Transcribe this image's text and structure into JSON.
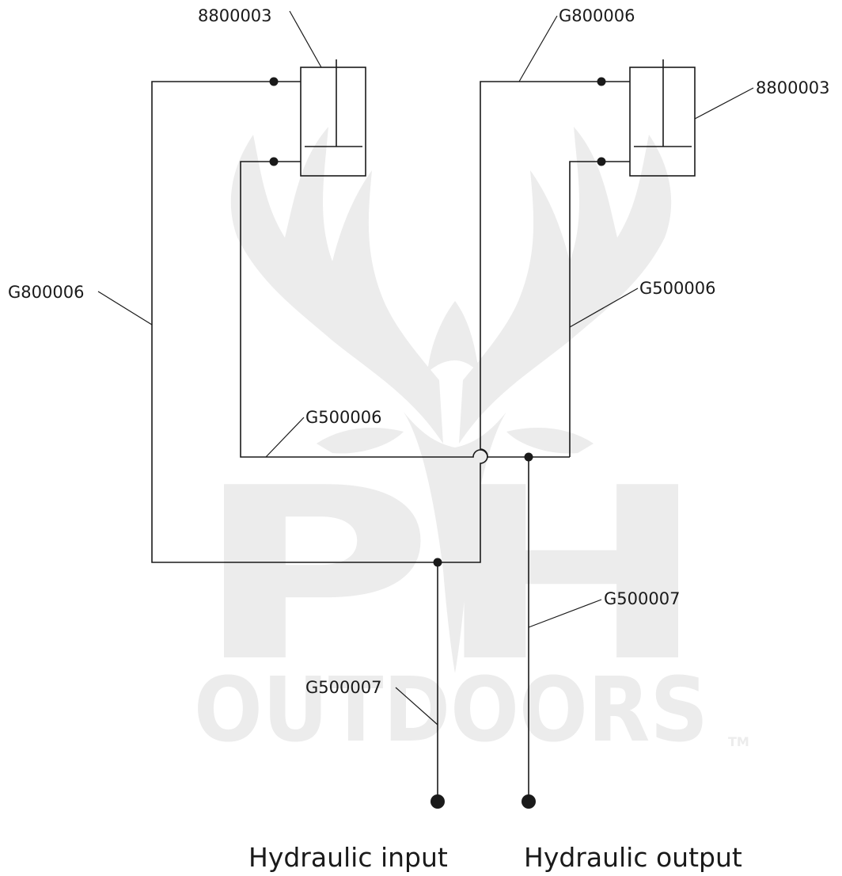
{
  "watermark": {
    "brand_top": "PH",
    "brand_bottom": "OUTDOORS",
    "trademark": "TM",
    "icon": "deer-antlers-icon"
  },
  "components": {
    "cylinder_left": {
      "part_number": "8800003"
    },
    "cylinder_right": {
      "part_number": "8800003"
    }
  },
  "hoses": {
    "top_right_long": "G800006",
    "left_long": "G800006",
    "right_short": "G500006",
    "center_short": "G500006",
    "output_supply": "G500007",
    "input_supply": "G500007"
  },
  "ports": {
    "input_label": "Hydraulic input",
    "output_label": "Hydraulic output"
  }
}
